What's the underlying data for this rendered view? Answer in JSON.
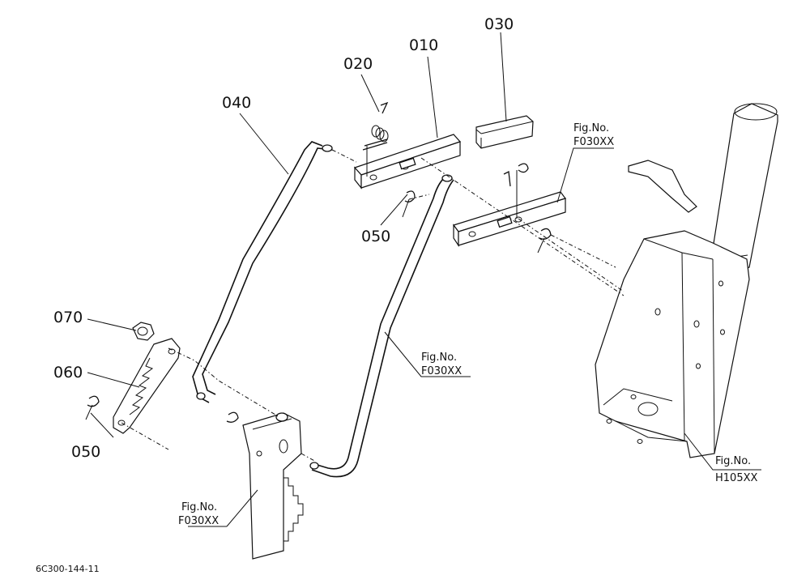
{
  "parts": [
    {
      "id": "p010",
      "number": "010"
    },
    {
      "id": "p020",
      "number": "020"
    },
    {
      "id": "p030",
      "number": "030"
    },
    {
      "id": "p040",
      "number": "040"
    },
    {
      "id": "p050a",
      "number": "050"
    },
    {
      "id": "p050b",
      "number": "050"
    },
    {
      "id": "p060",
      "number": "060"
    },
    {
      "id": "p070",
      "number": "070"
    }
  ],
  "references": [
    {
      "id": "ref-a",
      "line1": "Fig.No.",
      "line2": "F030XX"
    },
    {
      "id": "ref-b",
      "line1": "Fig.No.",
      "line2": "F030XX"
    },
    {
      "id": "ref-c",
      "line1": "Fig.No.",
      "line2": "F030XX"
    },
    {
      "id": "ref-d",
      "line1": "Fig.No.",
      "line2": "H105XX"
    }
  ],
  "diagram_code": "6C300-144-11"
}
